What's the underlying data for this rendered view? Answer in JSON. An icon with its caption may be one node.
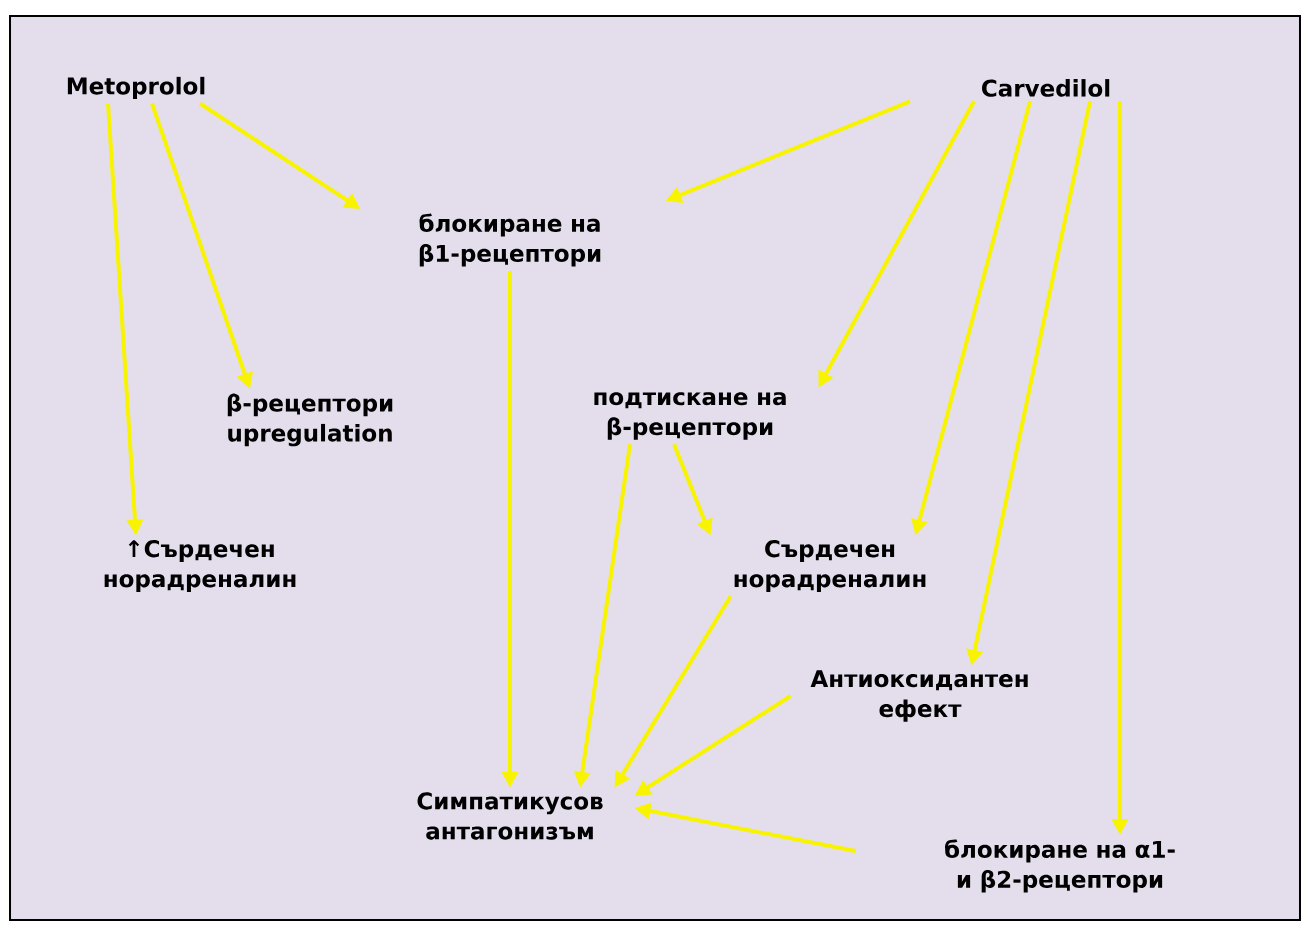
{
  "diagram": {
    "nodes": [
      {
        "text": [
          "Metoprolol"
        ]
      },
      {
        "text": [
          "Carvedilol"
        ]
      },
      {
        "text": [
          "блокиране на β1-рецептори"
        ]
      },
      {
        "text": [
          "β-рецептори upregulation"
        ]
      },
      {
        "text": [
          "подтискане на β-рецептори"
        ]
      },
      {
        "text": [
          "↑Сърдечен норадреналин"
        ]
      },
      {
        "text": [
          "Сърдечен норадреналин"
        ]
      },
      {
        "text": [
          "Антиоксидантен ефект"
        ]
      },
      {
        "text": [
          "Симпатикусов антагонизъм"
        ]
      },
      {
        "text": [
          "блокиране на α1- и β2-рецептори"
        ]
      }
    ],
    "edges": [
      {
        "from": 0,
        "to": 2,
        "arrow": "to"
      },
      {
        "from": 0,
        "to": 3,
        "arrow": "to"
      },
      {
        "from": 0,
        "to": 5,
        "arrow": "to"
      },
      {
        "from": 1,
        "to": 2,
        "arrow": "to"
      },
      {
        "from": 1,
        "to": 4,
        "arrow": "to"
      },
      {
        "from": 1,
        "to": 6,
        "arrow": "to"
      },
      {
        "from": 1,
        "to": 7,
        "arrow": "to"
      },
      {
        "from": 1,
        "to": 9,
        "arrow": "to"
      },
      {
        "from": 2,
        "to": 8,
        "arrow": "to"
      },
      {
        "from": 4,
        "to": 8,
        "arrow": "to"
      },
      {
        "from": 4,
        "to": 6,
        "arrow": "to"
      },
      {
        "from": 6,
        "to": 8,
        "arrow": "to"
      },
      {
        "from": 7,
        "to": 8,
        "arrow": "to"
      },
      {
        "from": 9,
        "to": 8,
        "arrow": "to"
      }
    ]
  }
}
